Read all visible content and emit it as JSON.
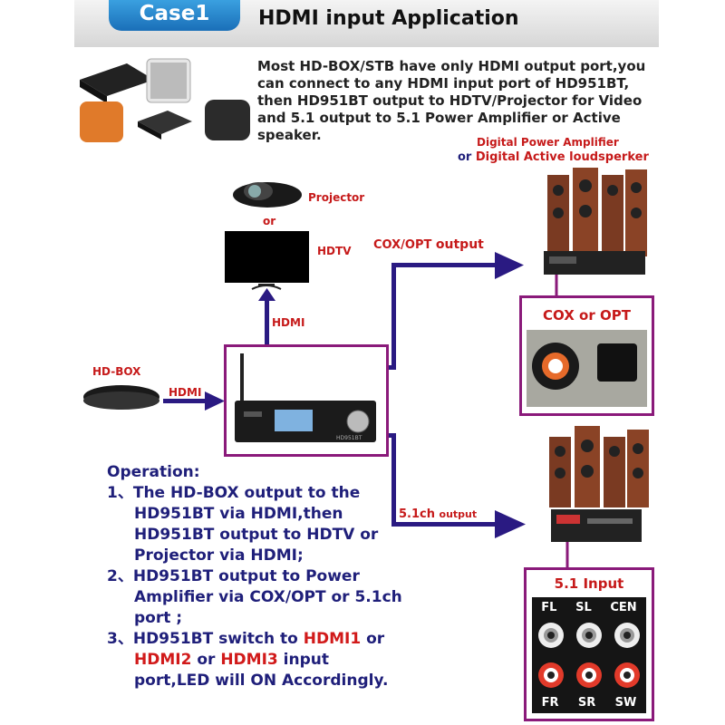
{
  "header": {
    "case_label": "Case1",
    "title": "HDMI input Application"
  },
  "intro": "Most HD-BOX/STB have only HDMI output port,you can connect to any HDMI input port of HD951BT, then HD951BT output to HDTV/Projector for Video and 5.1 output to 5.1 Power Amplifier or Active speaker.",
  "labels": {
    "projector": "Projector",
    "or1": "or",
    "hdtv": "HDTV",
    "hdmi_up": "HDMI",
    "hdbox": "HD-BOX",
    "hdmi_in": "HDMI",
    "cox_opt_prefix": "COX/OPT",
    "cox_opt_suffix": "output",
    "ch51_prefix": "5.1ch",
    "ch51_suffix": "output",
    "amp_line1": "Digital Power Amplifier",
    "amp_or": "or",
    "amp_line2": "Digital  Active loudsperker",
    "cox_panel": "COX or OPT",
    "input51_panel": "5.1 Input",
    "device_model": "HD951BT"
  },
  "rca": {
    "top": [
      "FL",
      "SL",
      "CEN"
    ],
    "bottom": [
      "FR",
      "SR",
      "SW"
    ]
  },
  "operation": {
    "heading": "Operation:",
    "s1_num": "1、",
    "s1": "The HD-BOX  output to the HD951BT via HDMI,then HD951BT output to HDTV or Projector via HDMI;",
    "s2_num": "2、",
    "s2": "HD951BT output to Power Amplifier via COX/OPT or 5.1ch port ;",
    "s3_num": "3、",
    "s3_a": "HD951BT switch to ",
    "s3_h1": "HDMI1",
    "s3_b": " or ",
    "s3_h2": "HDMI2",
    "s3_c": " or ",
    "s3_h3": "HDMI3",
    "s3_d": " input port,LED will ON Accordingly."
  },
  "colors": {
    "connector": "#2a1a82",
    "panel_border": "#8a1a7a",
    "label_red": "#c61a1a",
    "operation_text": "#1f1f7a"
  }
}
